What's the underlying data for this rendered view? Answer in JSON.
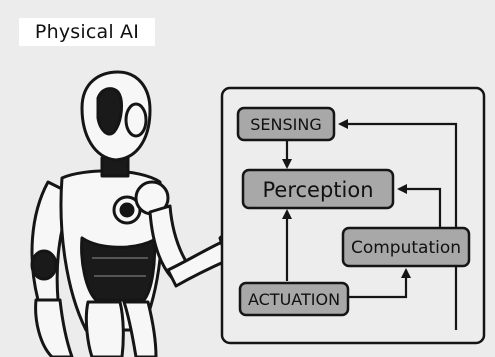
{
  "title": "Physical AI",
  "diagram": {
    "nodes": {
      "sensing": "SENSING",
      "perception": "Perception",
      "computation": "Computation",
      "actuation": "ACTUATION"
    },
    "edges": [
      {
        "from": "sensing",
        "to": "perception"
      },
      {
        "from": "actuation",
        "to": "perception"
      },
      {
        "from": "actuation",
        "to": "computation"
      },
      {
        "from": "computation",
        "to": "perception"
      },
      {
        "from": "computation",
        "to": "sensing"
      }
    ]
  },
  "colors": {
    "background": "#ececec",
    "node_fill": "#a8a8a8",
    "panel_fill": "#ededed",
    "outline": "#151515",
    "robot_white": "#f7f7f7",
    "robot_dark": "#1a1a1a"
  },
  "illustration": "robot-gesturing"
}
